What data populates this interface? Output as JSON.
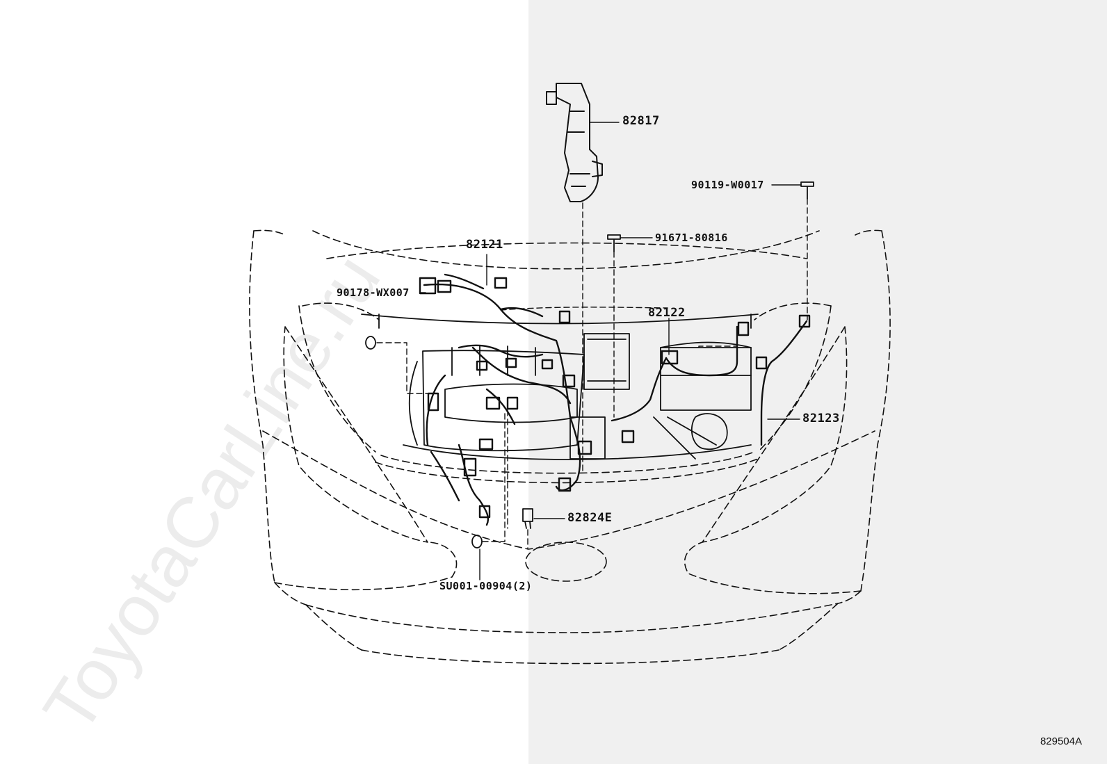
{
  "watermark": "ToyotaCarLine.ru",
  "figure_code": "829504A",
  "labels": {
    "p82817": "82817",
    "p90119": "90119-W0017",
    "p91671": "91671-80816",
    "p82121": "82121",
    "p90178": "90178-WX007",
    "p82122": "82122",
    "p82123": "82123",
    "p82824E": "82824E",
    "pSU001": "SU001-00904(2)"
  }
}
